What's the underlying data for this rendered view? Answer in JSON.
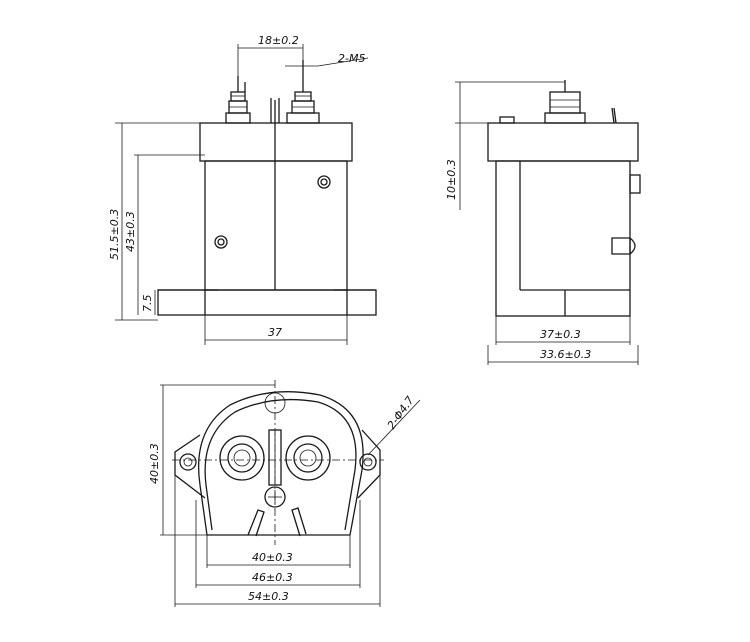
{
  "front_view": {
    "terminal_spacing": "18±0.2",
    "terminal_thread": "2-M5",
    "total_height": "51.5±0.3",
    "body_height": "43±0.3",
    "flange_height": "7.5",
    "body_width": "37"
  },
  "side_view": {
    "terminal_height": "10±0.3",
    "body_depth": "37±0.3",
    "base_depth": "33.6±0.3"
  },
  "bottom_view": {
    "mount_hole": "2-Φ4.7",
    "body_height": "40±0.3",
    "width_inner": "40±0.3",
    "width_mid": "46±0.3",
    "width_overall": "54±0.3"
  }
}
